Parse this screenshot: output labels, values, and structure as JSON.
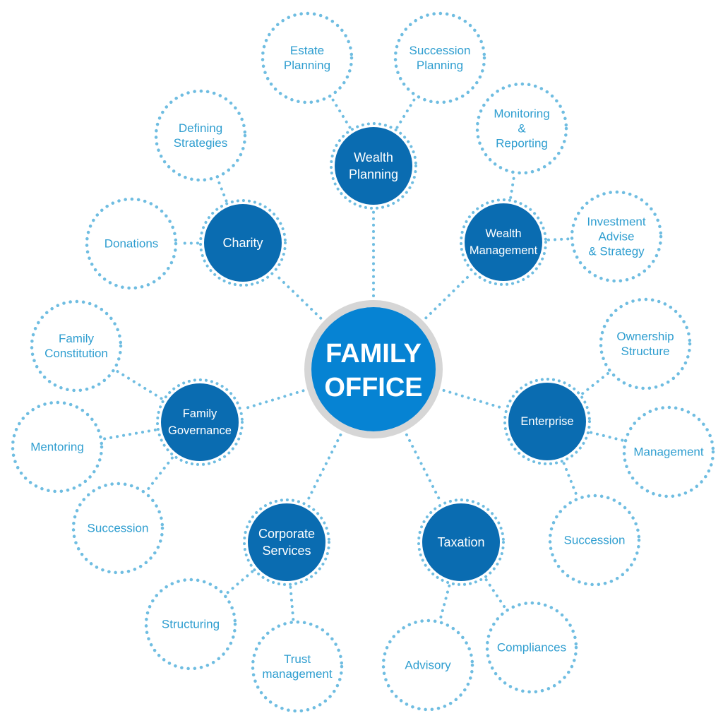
{
  "diagram": {
    "center": {
      "lines": [
        "FAMILY",
        "OFFICE"
      ]
    },
    "colors": {
      "center_fill": "#0683d3",
      "center_ring": "#d6d6d6",
      "category_fill": "#0a6cb1",
      "dotted": "#6fbde1",
      "leaf_text": "#2f9ed0",
      "white": "#ffffff"
    },
    "categories": [
      {
        "id": "wealth-planning",
        "lines": [
          "Wealth",
          "Planning"
        ],
        "leaves": [
          {
            "id": "estate-planning",
            "lines": [
              "Estate",
              "Planning"
            ]
          },
          {
            "id": "succession-planning",
            "lines": [
              "Succession",
              "Planning"
            ]
          }
        ]
      },
      {
        "id": "wealth-management",
        "lines": [
          "Wealth",
          "Management"
        ],
        "leaves": [
          {
            "id": "monitoring-reporting",
            "lines": [
              "Monitoring",
              "&",
              "Reporting"
            ]
          },
          {
            "id": "investment-advise-strategy",
            "lines": [
              "Investment",
              "Advise",
              "& Strategy"
            ]
          }
        ]
      },
      {
        "id": "enterprise",
        "lines": [
          "Enterprise"
        ],
        "leaves": [
          {
            "id": "ownership-structure",
            "lines": [
              "Ownership",
              "Structure"
            ]
          },
          {
            "id": "management",
            "lines": [
              "Management"
            ]
          },
          {
            "id": "enterprise-succession",
            "lines": [
              "Succession"
            ]
          }
        ]
      },
      {
        "id": "taxation",
        "lines": [
          "Taxation"
        ],
        "leaves": [
          {
            "id": "compliances",
            "lines": [
              "Compliances"
            ]
          },
          {
            "id": "advisory",
            "lines": [
              "Advisory"
            ]
          }
        ]
      },
      {
        "id": "corporate-services",
        "lines": [
          "Corporate",
          "Services"
        ],
        "leaves": [
          {
            "id": "trust-management",
            "lines": [
              "Trust",
              "management"
            ]
          },
          {
            "id": "structuring",
            "lines": [
              "Structuring"
            ]
          }
        ]
      },
      {
        "id": "family-governance",
        "lines": [
          "Family",
          "Governance"
        ],
        "leaves": [
          {
            "id": "governance-succession",
            "lines": [
              "Succession"
            ]
          },
          {
            "id": "mentoring",
            "lines": [
              "Mentoring"
            ]
          },
          {
            "id": "family-constitution",
            "lines": [
              "Family",
              "Constitution"
            ]
          }
        ]
      },
      {
        "id": "charity",
        "lines": [
          "Charity"
        ],
        "leaves": [
          {
            "id": "donations",
            "lines": [
              "Donations"
            ]
          },
          {
            "id": "defining-strategies",
            "lines": [
              "Defining",
              "Strategies"
            ]
          }
        ]
      }
    ]
  }
}
